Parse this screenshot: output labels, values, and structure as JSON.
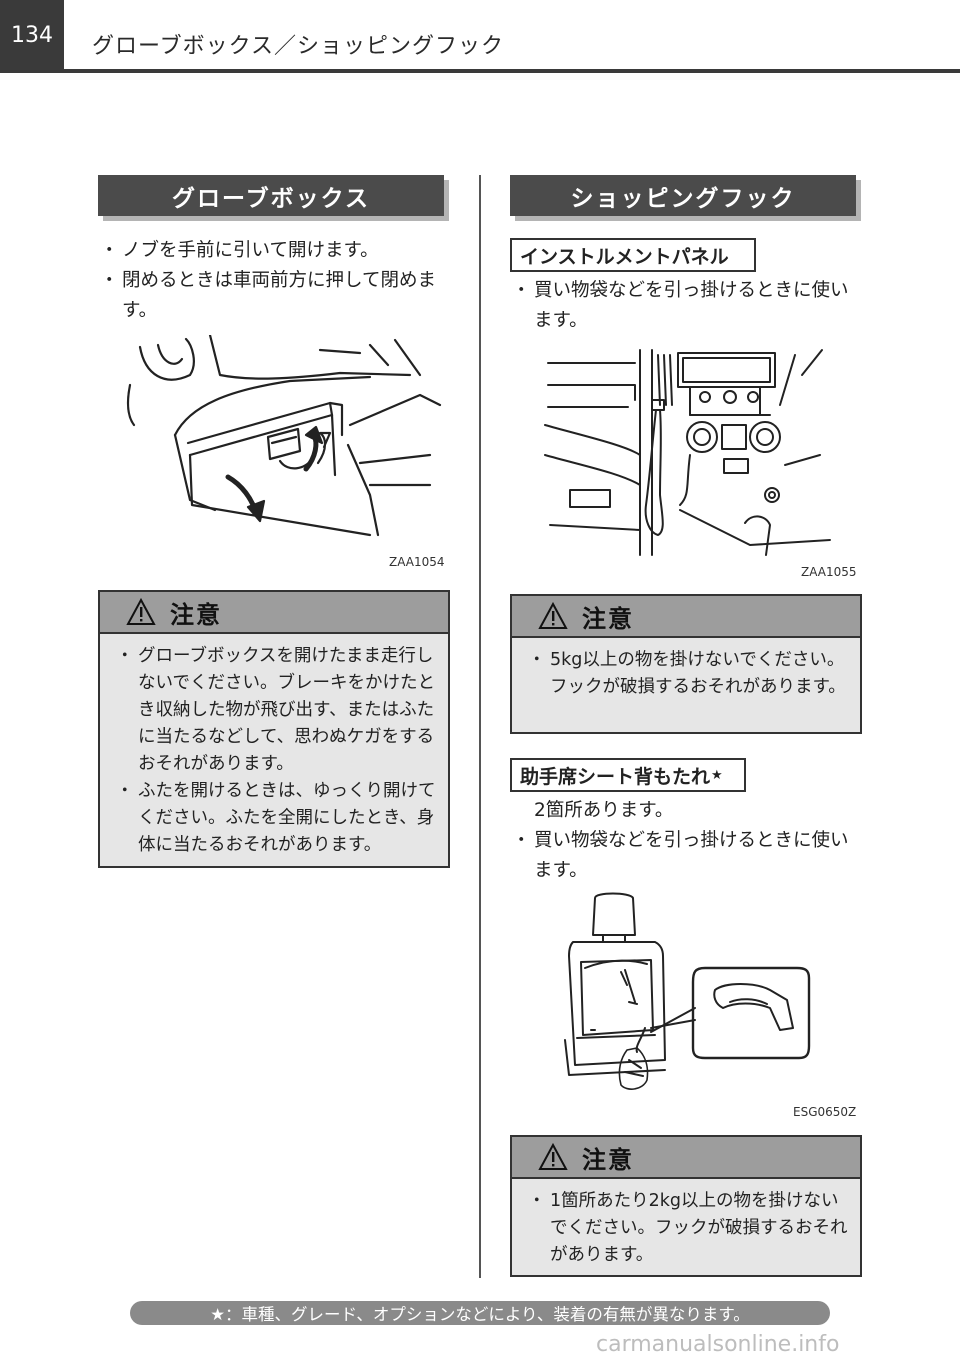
{
  "header": {
    "page_number": "134",
    "title": "グローブボックス／ショッピングフック"
  },
  "glovebox": {
    "title": "グローブボックス",
    "bullets": [
      "ノブを手前に引いて開けます。",
      "閉めるときは車両前方に押して閉めます。"
    ],
    "figure_code": "ZAA1054",
    "caution": {
      "label": "注意",
      "bullets": [
        "グローブボックスを開けたまま走行しないでください。ブレーキをかけたとき収納した物が飛び出す、またはふたに当たるなどして、思わぬケガをするおそれがあります。",
        "ふたを開けるときは、ゆっくり開けてください。ふたを全開にしたとき、身体に当たるおそれがあります。"
      ]
    }
  },
  "shopping_hook": {
    "title": "ショッピングフック",
    "instrument_panel": {
      "title": "インストルメントパネル",
      "bullets": [
        "買い物袋などを引っ掛けるときに使います。"
      ],
      "figure_code": "ZAA1055",
      "caution": {
        "label": "注意",
        "bullets": [
          "5kg以上の物を掛けないでください。フックが破損するおそれがあります。"
        ]
      }
    },
    "passenger_seat": {
      "title": "助手席シート背もたれ",
      "star": "★",
      "intro": "2箇所あります。",
      "bullets": [
        "買い物袋などを引っ掛けるときに使います。"
      ],
      "figure_code": "ESG0650Z",
      "caution": {
        "label": "注意",
        "bullets": [
          "1箇所あたり2kg以上の物を掛けないでください。フックが破損するおそれがあります。"
        ]
      }
    }
  },
  "footer": {
    "note": "★：車種、グレード、オプションなどにより、装着の有無が異なります。"
  },
  "watermark": "carmanualsonline.info"
}
